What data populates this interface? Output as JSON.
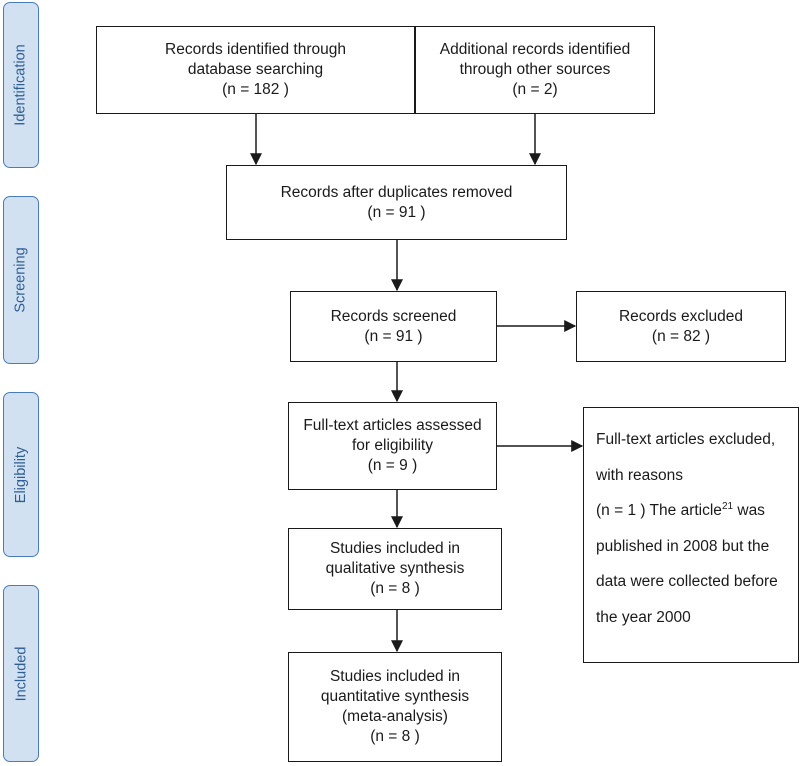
{
  "phases": [
    {
      "label": "Identification"
    },
    {
      "label": "Screening"
    },
    {
      "label": "Eligibility"
    },
    {
      "label": "Included"
    }
  ],
  "boxes": {
    "db_search": {
      "lines": [
        "Records identified through",
        "database searching",
        "(n = 182  )"
      ]
    },
    "other_sources": {
      "lines": [
        "Additional records identified",
        "through other sources",
        "(n = 2)"
      ]
    },
    "duplicates_removed": {
      "lines": [
        "Records after duplicates removed",
        "(n = 91  )"
      ]
    },
    "screened": {
      "lines": [
        "Records screened",
        "(n = 91  )"
      ]
    },
    "excluded": {
      "lines": [
        "Records excluded",
        "(n =  82 )"
      ]
    },
    "fulltext_assessed": {
      "lines": [
        "Full-text articles assessed",
        "for eligibility",
        "(n =  9 )"
      ]
    },
    "fulltext_excluded": {
      "lines": [
        "Full-text articles excluded,",
        "with reasons"
      ],
      "reason_prefix": "(n =  1 ) The article",
      "reason_ref": "21",
      "reason_suffix": " was",
      "reason_lines": [
        "published in 2008 but the",
        "data were collected before",
        "the year 2000"
      ]
    },
    "qualitative": {
      "lines": [
        "Studies included in",
        "qualitative synthesis",
        "(n = 8  )"
      ]
    },
    "quantitative": {
      "lines": [
        "Studies included in",
        "quantitative synthesis",
        "(meta-analysis)",
        "(n = 8  )"
      ]
    }
  },
  "colors": {
    "phase_fill": "#d2e1f1",
    "phase_border": "#4a7db8",
    "phase_text": "#2e5e96",
    "line": "#1a1a1a"
  }
}
